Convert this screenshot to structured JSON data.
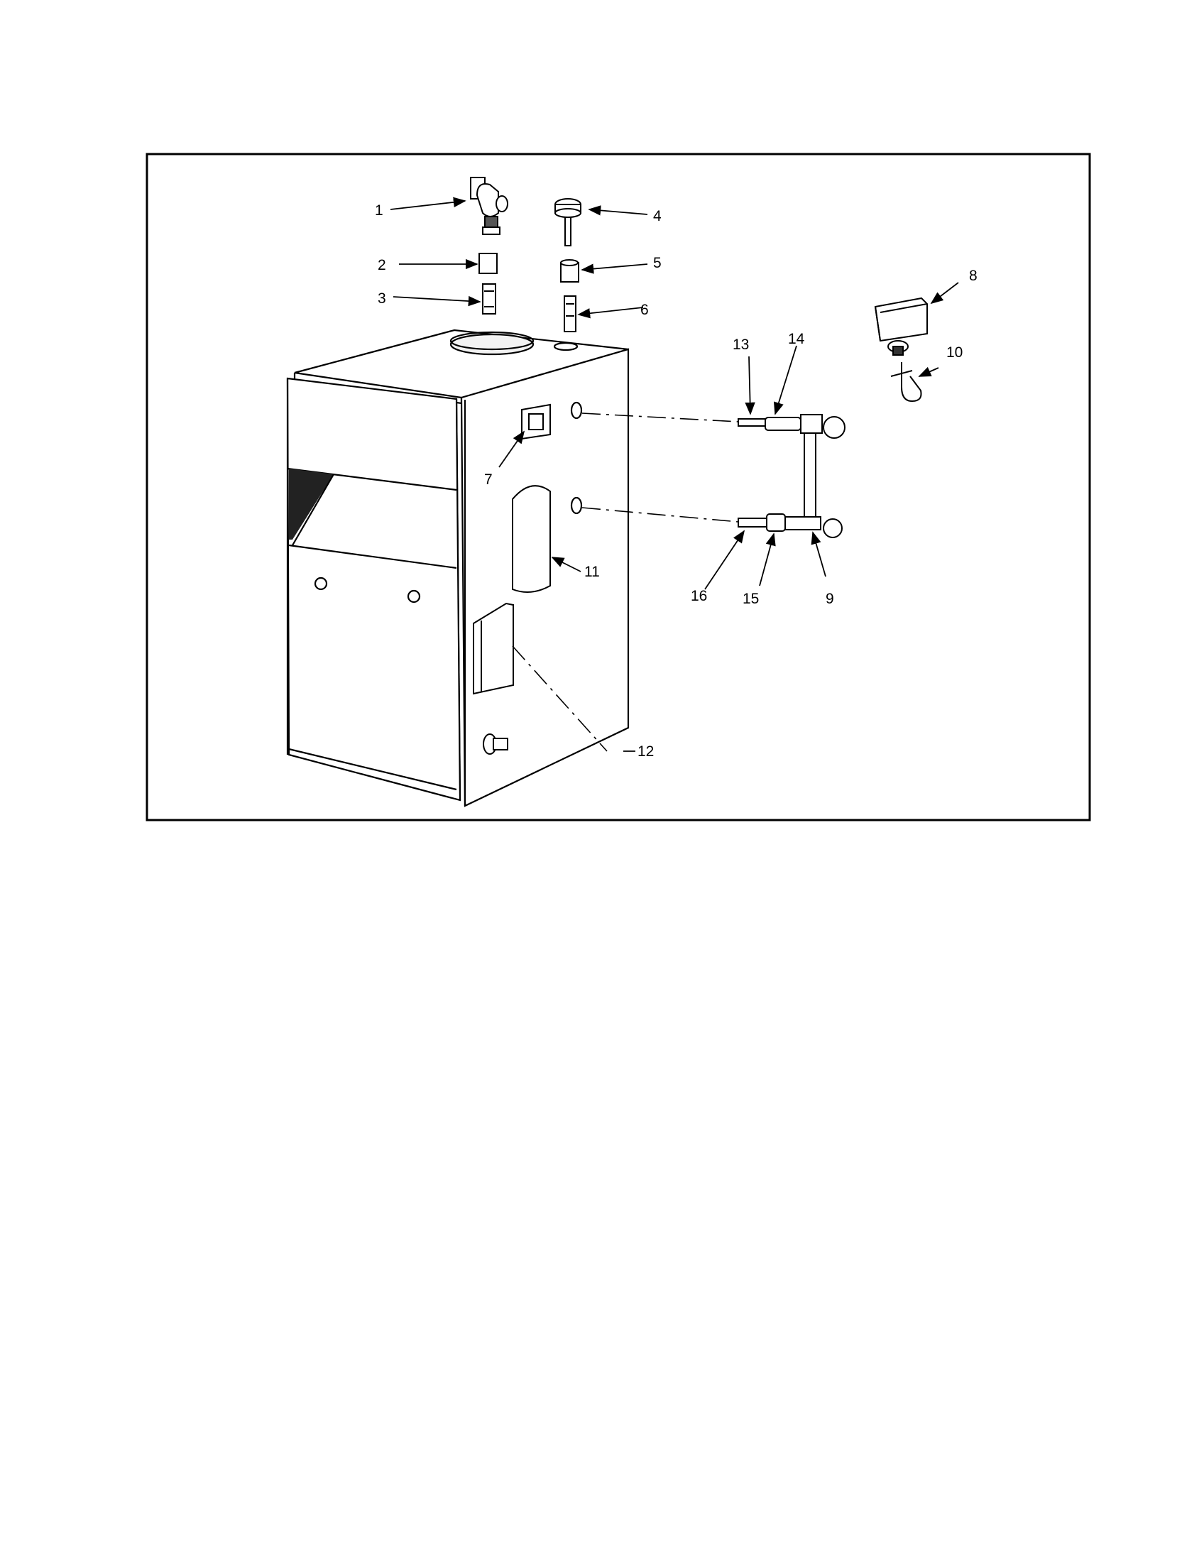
{
  "figure": {
    "callouts": [
      {
        "id": "1",
        "label": "1"
      },
      {
        "id": "2",
        "label": "2"
      },
      {
        "id": "3",
        "label": "3"
      },
      {
        "id": "4",
        "label": "4"
      },
      {
        "id": "5",
        "label": "5"
      },
      {
        "id": "6",
        "label": "6"
      },
      {
        "id": "7",
        "label": "7"
      },
      {
        "id": "8",
        "label": "8"
      },
      {
        "id": "9",
        "label": "9"
      },
      {
        "id": "10",
        "label": "10"
      },
      {
        "id": "11",
        "label": "11"
      },
      {
        "id": "12",
        "label": "12"
      },
      {
        "id": "13",
        "label": "13"
      },
      {
        "id": "14",
        "label": "14"
      },
      {
        "id": "15",
        "label": "15"
      },
      {
        "id": "16",
        "label": "16"
      }
    ]
  }
}
